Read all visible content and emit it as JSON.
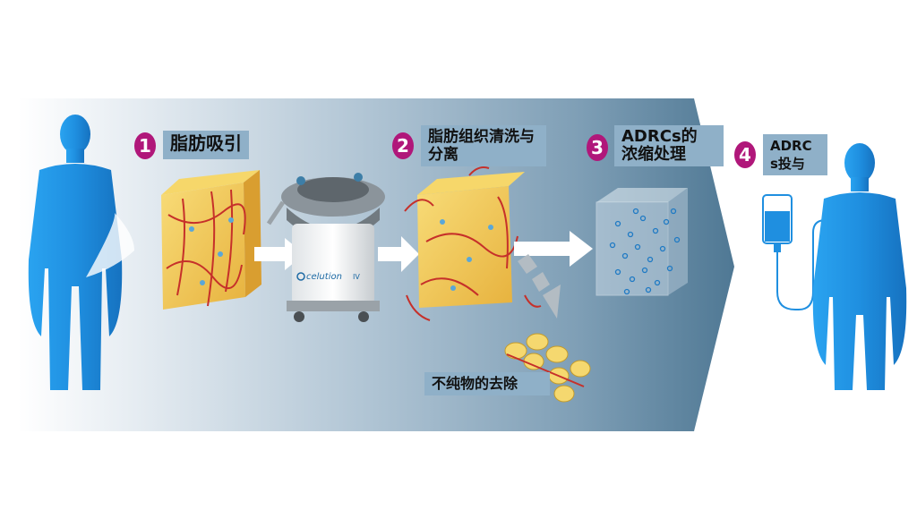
{
  "steps": [
    {
      "number": "1",
      "label": "脂肪吸引"
    },
    {
      "number": "2",
      "label": "脂肪组织清洗与\n分离"
    },
    {
      "number": "3",
      "label": "ADRCs的\n浓缩处理"
    },
    {
      "number": "4",
      "label": "ADRC\ns投与"
    }
  ],
  "impurity_label": "不纯物的去除",
  "device_brand": "celution",
  "device_model": "IV",
  "colors": {
    "step_badge": "#b0177a",
    "label_box": "#8fb0c8",
    "band_dark": "#4f7894",
    "body": "#1f8fe0"
  }
}
